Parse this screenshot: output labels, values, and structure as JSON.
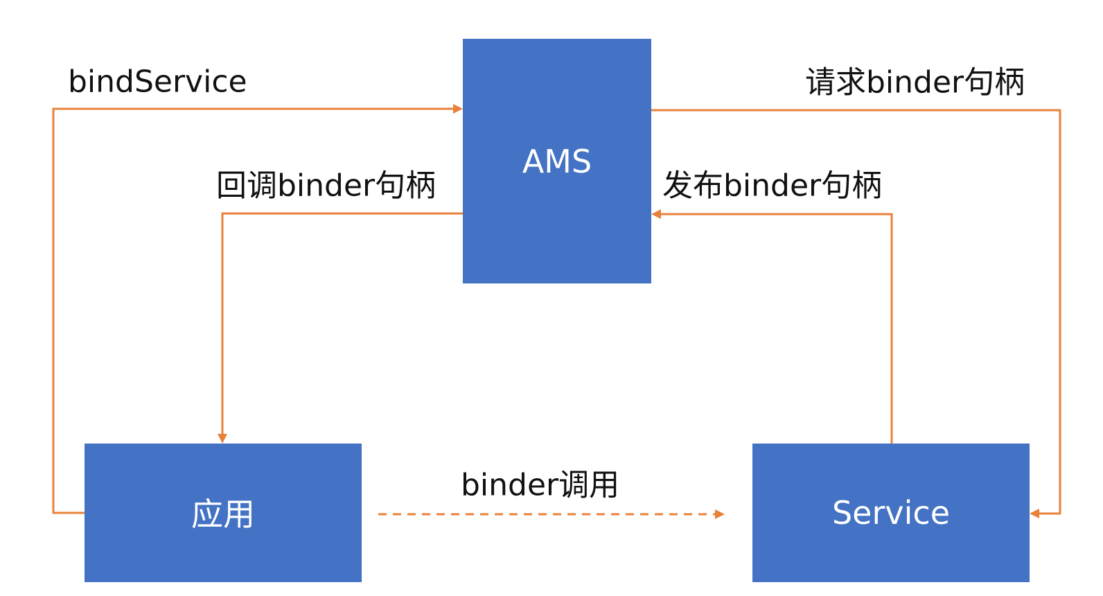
{
  "nodes": {
    "ams": {
      "label": "AMS"
    },
    "app": {
      "label": "应用"
    },
    "service": {
      "label": "Service"
    }
  },
  "edges": {
    "bind_service": {
      "label": "bindService",
      "from": "app",
      "to": "ams"
    },
    "callback_binder": {
      "label": "回调binder句柄",
      "from": "ams",
      "to": "app"
    },
    "request_binder": {
      "label": "请求binder句柄",
      "from": "ams",
      "to": "service"
    },
    "publish_binder": {
      "label": "发布binder句柄",
      "from": "service",
      "to": "ams"
    },
    "binder_call": {
      "label": "binder调用",
      "from": "app",
      "to": "service",
      "style": "dashed"
    }
  },
  "colors": {
    "node_fill": "#4472C4",
    "edge_stroke": "#E8823A",
    "node_text": "#ffffff",
    "edge_text": "#111111"
  }
}
